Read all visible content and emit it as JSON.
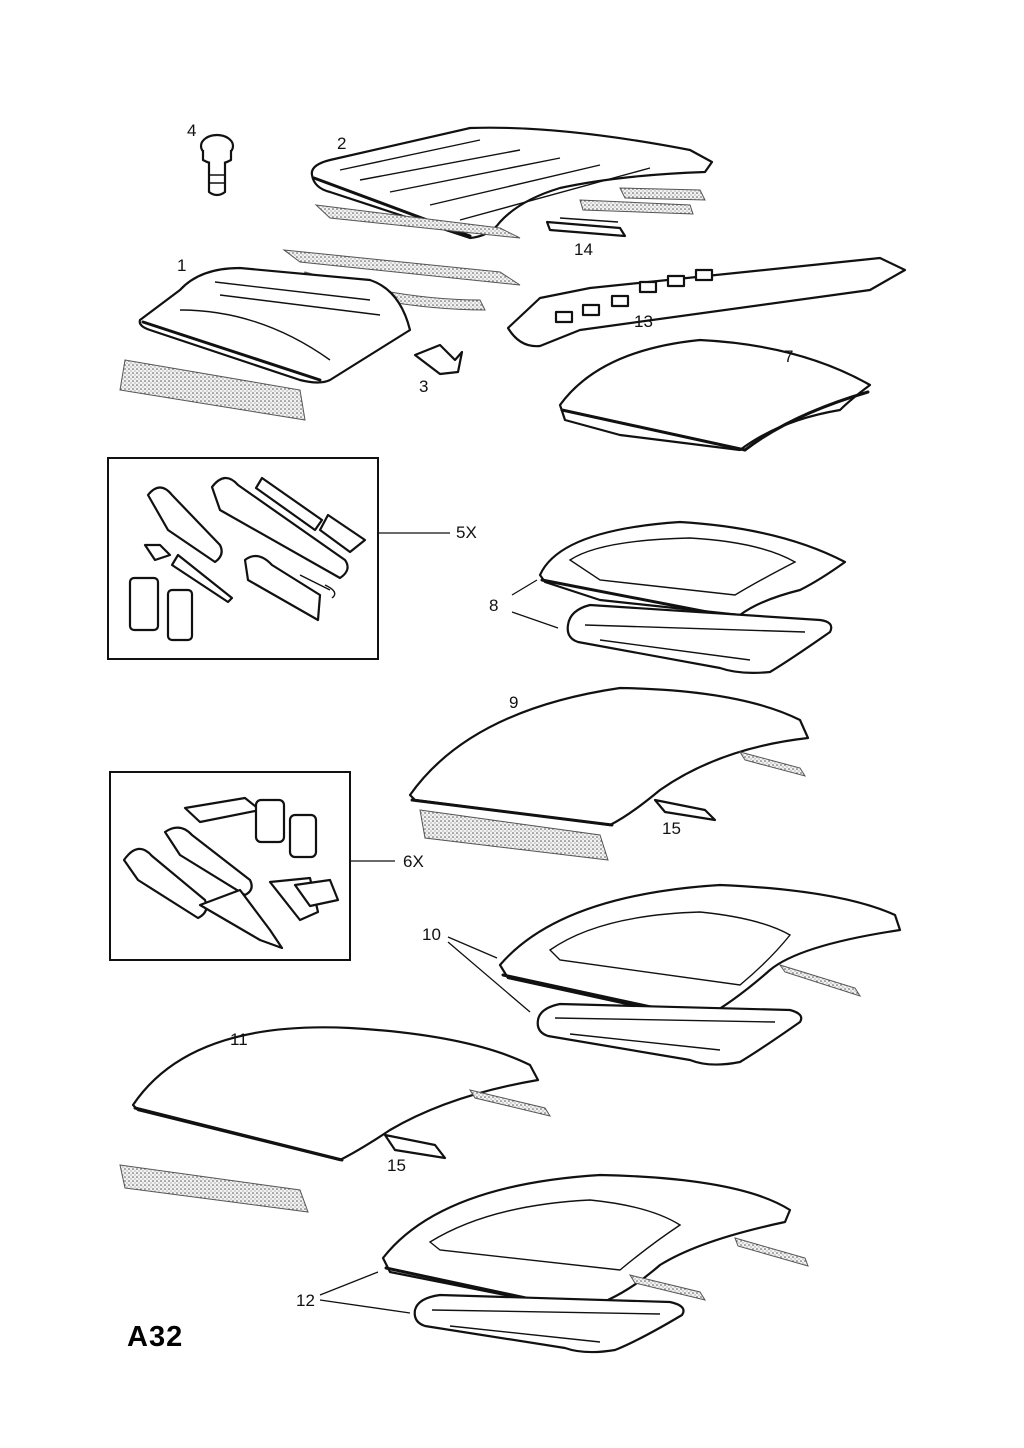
{
  "page_code": "A32",
  "labels": {
    "l1": "1",
    "l2": "2",
    "l3": "3",
    "l4": "4",
    "l5x": "5X",
    "l6x": "6X",
    "l7": "7",
    "l8": "8",
    "l9": "9",
    "l10": "10",
    "l11": "11",
    "l12": "12",
    "l13": "13",
    "l14": "14",
    "l15a": "15",
    "l15b": "15"
  }
}
